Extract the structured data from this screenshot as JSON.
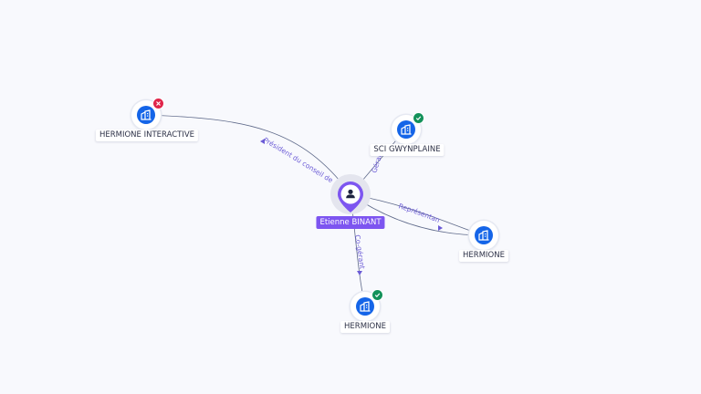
{
  "person": {
    "name": "Etienne BINANT",
    "icon": "person-icon",
    "color": "#7d55f0"
  },
  "companies": [
    {
      "id": "hermione-interactive",
      "name": "HERMIONE INTERACTIVE",
      "status": "closed",
      "icon": "building-icon"
    },
    {
      "id": "sci-gwynplaine",
      "name": "SCI GWYNPLAINE",
      "status": "active",
      "icon": "building-icon"
    },
    {
      "id": "hermione-right",
      "name": "HERMIONE",
      "status": "none",
      "icon": "building-icon"
    },
    {
      "id": "hermione-bottom",
      "name": "HERMIONE",
      "status": "active",
      "icon": "building-icon"
    }
  ],
  "edges": [
    {
      "target": "hermione-interactive",
      "label": "Président du conseil de"
    },
    {
      "target": "sci-gwynplaine",
      "label": "Gérant"
    },
    {
      "target": "hermione-right",
      "label": "Représentant"
    },
    {
      "target": "hermione-bottom",
      "label": "Co-gérant"
    }
  ],
  "colors": {
    "company_icon": "#1565e8",
    "status_active": "#13915a",
    "status_closed": "#e0254a",
    "edge_label": "#6b5bd6"
  }
}
